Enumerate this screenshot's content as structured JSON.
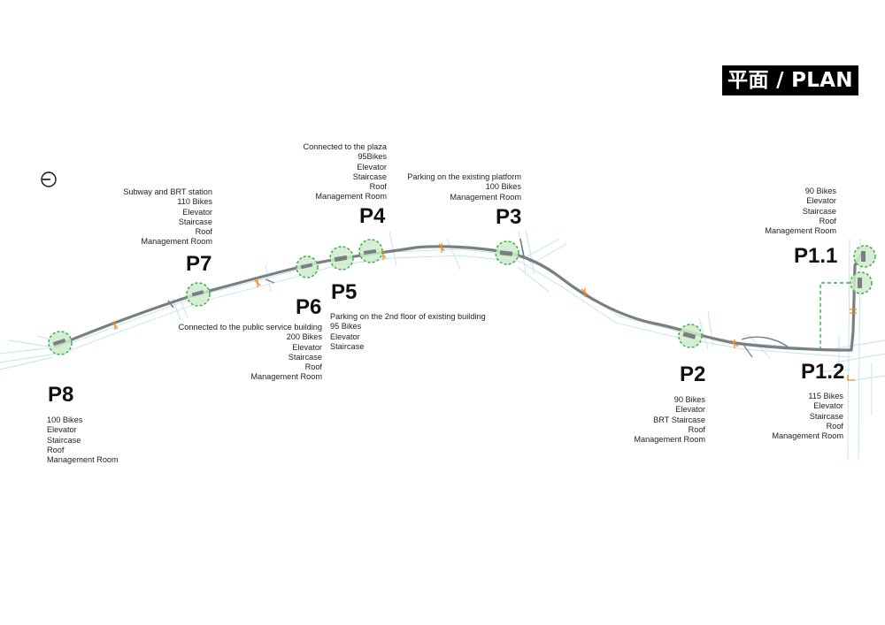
{
  "plan_title": "平面 / PLAN",
  "colors": {
    "road": "#7a7f82",
    "street": "#bfe3ef",
    "station_fill": "#cfeccd",
    "station_dash": "#3fae49",
    "crossing": "#f08a24",
    "connector": "#3fae49"
  },
  "stations": [
    {
      "id": "P8",
      "label": "P8",
      "lines": [
        "100 Bikes",
        "Elevator",
        "Staircase",
        "Roof",
        "Management Room"
      ]
    },
    {
      "id": "P7",
      "label": "P7",
      "lines": [
        "Subway and BRT station",
        "110 Bikes",
        "Elevator",
        "Staircase",
        "Roof",
        "Management Room"
      ]
    },
    {
      "id": "P6",
      "label": "P6",
      "lines": [
        "Connected to the public service building",
        "200 Bikes",
        "Elevator",
        "Staircase",
        "Roof",
        "Management Room"
      ]
    },
    {
      "id": "P5",
      "label": "P5",
      "lines": [
        "Parking on the 2nd floor of existing building",
        "95 Bikes",
        "Elevator",
        "Staircase"
      ]
    },
    {
      "id": "P4",
      "label": "P4",
      "lines": [
        "Connected to the plaza",
        "95Bikes",
        "Elevator",
        "Staircase",
        "Roof",
        "Management Room"
      ]
    },
    {
      "id": "P3",
      "label": "P3",
      "lines": [
        "Parking on the existing platform",
        "100 Bikes",
        "Management Room"
      ]
    },
    {
      "id": "P2",
      "label": "P2",
      "lines": [
        "90 Bikes",
        "Elevator",
        "BRT Staircase",
        "Roof",
        "Management Room"
      ]
    },
    {
      "id": "P1_1",
      "label": "P1.1",
      "lines": [
        "90 Bikes",
        "Elevator",
        "Staircase",
        "Roof",
        "Management Room"
      ]
    },
    {
      "id": "P1_2",
      "label": "P1.2",
      "lines": [
        "115 Bikes",
        "Elevator",
        "Staircase",
        "Roof",
        "Management Room"
      ]
    }
  ]
}
